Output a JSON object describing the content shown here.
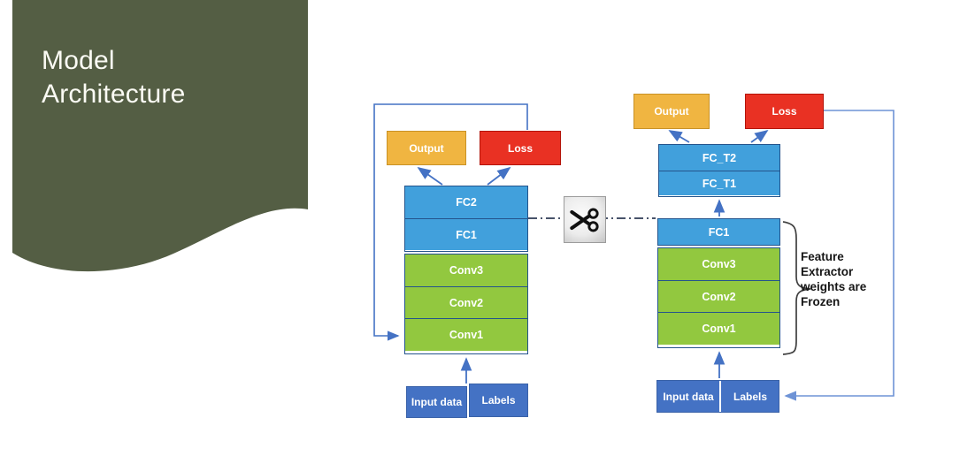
{
  "slide": {
    "title": "Model\nArchitecture"
  },
  "diagram": {
    "left": {
      "output": "Output",
      "loss": "Loss",
      "fc": [
        "FC2",
        "FC1"
      ],
      "conv": [
        "Conv3",
        "Conv2",
        "Conv1"
      ],
      "input": "Input data",
      "labels": "Labels"
    },
    "right": {
      "output": "Output",
      "loss": "Loss",
      "fct": [
        "FC_T2",
        "FC_T1"
      ],
      "fc1": "FC1",
      "conv": [
        "Conv3",
        "Conv2",
        "Conv1"
      ],
      "input": "Input data",
      "labels": "Labels",
      "annotation_line1": "Feature Extractor",
      "annotation_line2": "weights are Frozen"
    },
    "icons": {
      "scissors": "scissors-icon"
    },
    "colors": {
      "panel_green": "#545E44",
      "layer_blue": "#41A0DC",
      "layer_green": "#92C83F",
      "input_blue": "#4472C4",
      "output_yellow": "#F0B541",
      "loss_red": "#E93123",
      "connector_blue": "#4472C4",
      "connector_light_blue": "#7C9FDC",
      "cut_line_navy": "#2E3B56",
      "stack_border_navy": "#24548C"
    }
  }
}
